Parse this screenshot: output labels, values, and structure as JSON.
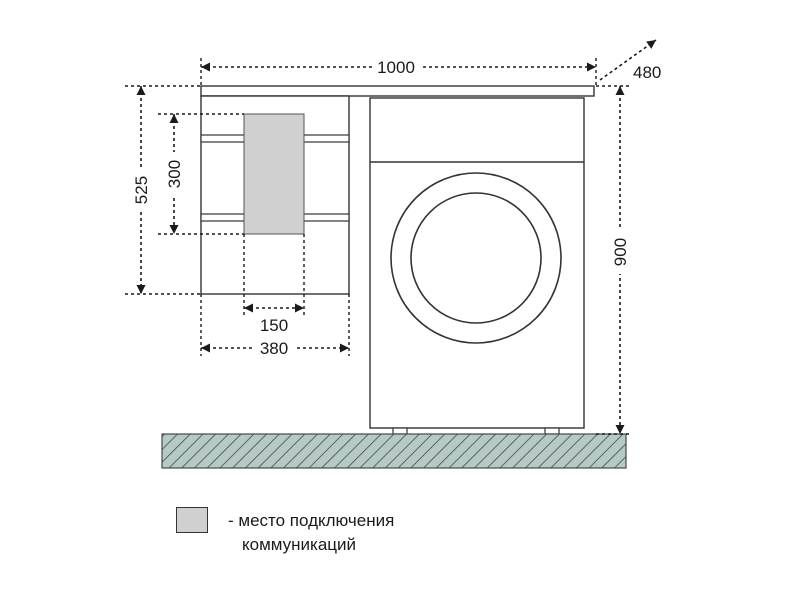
{
  "dimensions": {
    "total_width": "1000",
    "depth": "480",
    "cabinet_height": "525",
    "niche_height": "300",
    "niche_width": "150",
    "cabinet_width": "380",
    "washer_height": "900"
  },
  "legend": {
    "line1": "- место подключения",
    "line2": "коммуникаций"
  },
  "colors": {
    "line": "#333333",
    "niche_fill": "#d0d0d0",
    "floor_fill": "#b7c9c6"
  }
}
